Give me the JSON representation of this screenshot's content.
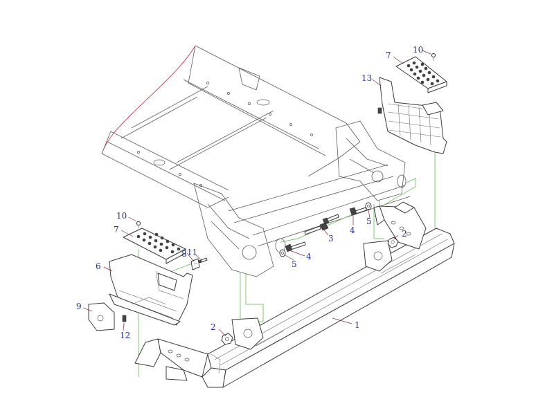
{
  "diagram": {
    "colors": {
      "callout_text": "#1f2fa8",
      "leader_line": "#8a2a3a",
      "guide_line": "#7ecb6a",
      "cut_line": "#d9334a",
      "outline": "#3a3a3a"
    },
    "callouts": [
      {
        "id": "c1",
        "label": "1"
      },
      {
        "id": "c2a",
        "label": "2"
      },
      {
        "id": "c2b",
        "label": "2"
      },
      {
        "id": "c3",
        "label": "3"
      },
      {
        "id": "c4a",
        "label": "4"
      },
      {
        "id": "c4b",
        "label": "4"
      },
      {
        "id": "c5a",
        "label": "5"
      },
      {
        "id": "c5b",
        "label": "5"
      },
      {
        "id": "c6",
        "label": "6"
      },
      {
        "id": "c7a",
        "label": "7"
      },
      {
        "id": "c7b",
        "label": "7"
      },
      {
        "id": "c8",
        "label": "8"
      },
      {
        "id": "c9",
        "label": "9"
      },
      {
        "id": "c10a",
        "label": "10"
      },
      {
        "id": "c10b",
        "label": "10"
      },
      {
        "id": "c11",
        "label": "11"
      },
      {
        "id": "c12",
        "label": "12"
      },
      {
        "id": "c13",
        "label": "13"
      }
    ]
  }
}
